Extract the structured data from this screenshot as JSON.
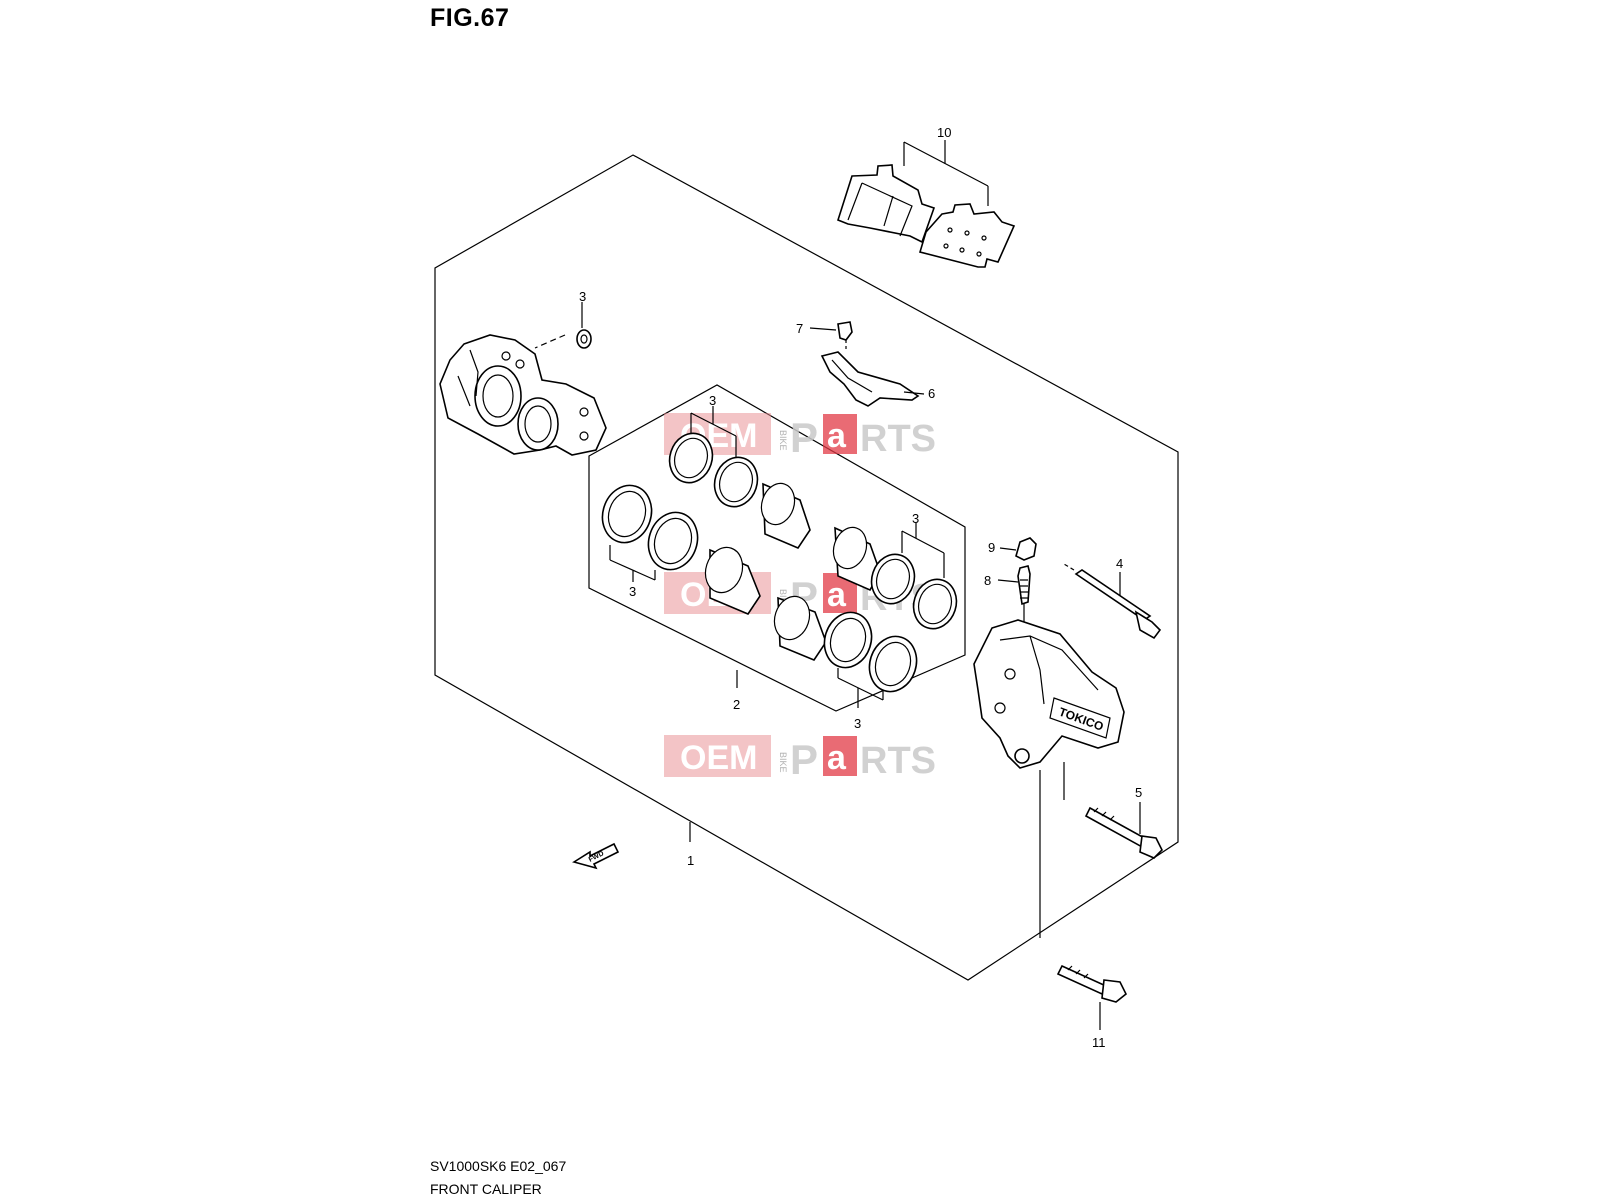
{
  "figure": {
    "title": "FIG.67",
    "model_code": "SV1000SK6 E02_067",
    "name": "FRONT CALIPER"
  },
  "callouts": {
    "c1": "1",
    "c2": "2",
    "c3a": "3",
    "c3b": "3",
    "c3c": "3",
    "c3d": "3",
    "c3e": "3",
    "c4": "4",
    "c5": "5",
    "c6": "6",
    "c7": "7",
    "c8": "8",
    "c9": "9",
    "c10": "10",
    "c11": "11"
  },
  "direction_marker": {
    "text": "FWD"
  },
  "caliper_marking": "TOKICO",
  "watermark": {
    "oem": "OEM",
    "bike": "BIKE",
    "p": "P",
    "a": "a",
    "rts": "RTS"
  }
}
